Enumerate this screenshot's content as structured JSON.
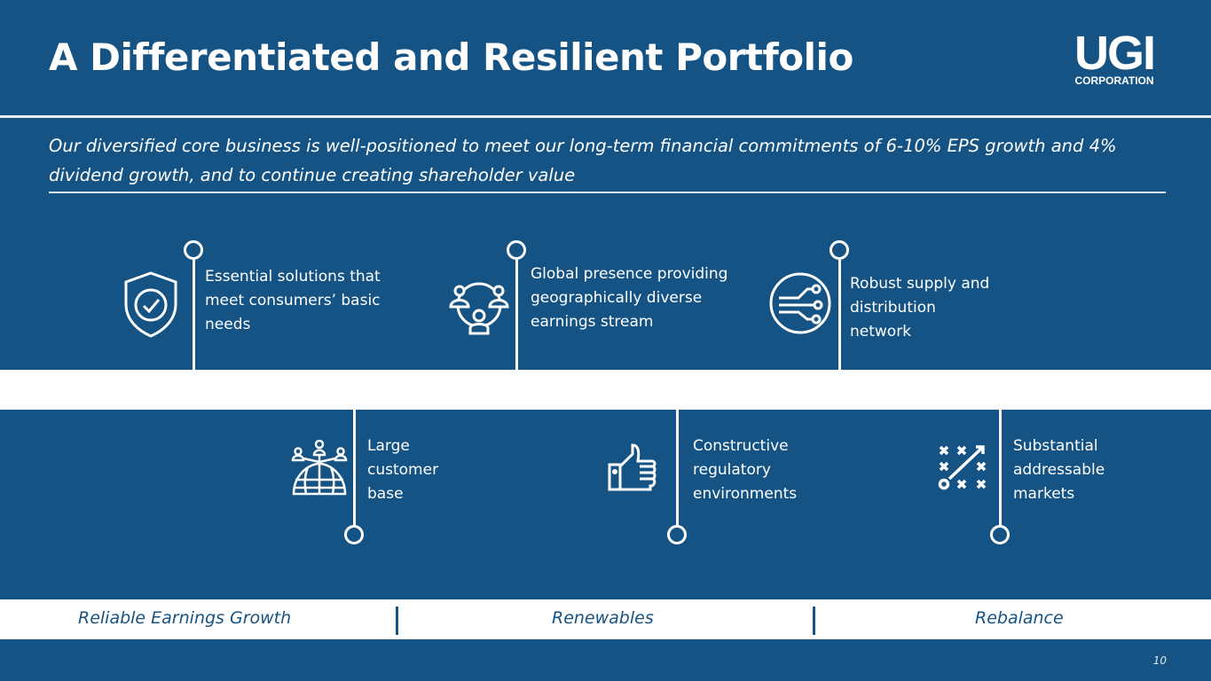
{
  "title": "A Differentiated and Resilient Portfolio",
  "logo": {
    "main": "UGI",
    "sub": "CORPORATION"
  },
  "subtitle": "Our diversified core business is well-positioned to meet our long-term financial commitments of 6-10% EPS growth and 4% dividend growth, and to continue creating shareholder value",
  "top_items": [
    {
      "icon": "shield-check-icon",
      "text": "Essential solutions that meet consumers’ basic needs"
    },
    {
      "icon": "global-network-icon",
      "text": "Global presence providing geographically diverse earnings stream"
    },
    {
      "icon": "supply-network-icon",
      "text": "Robust supply and distribution network"
    }
  ],
  "bottom_items": [
    {
      "icon": "globe-customers-icon",
      "text": "Large customer base"
    },
    {
      "icon": "thumbs-up-icon",
      "text": "Constructive regulatory environments"
    },
    {
      "icon": "strategy-icon",
      "text": "Substantial addressable markets"
    }
  ],
  "footer": [
    "Reliable Earnings Growth",
    "Renewables",
    "Rebalance"
  ],
  "page_number": "10"
}
